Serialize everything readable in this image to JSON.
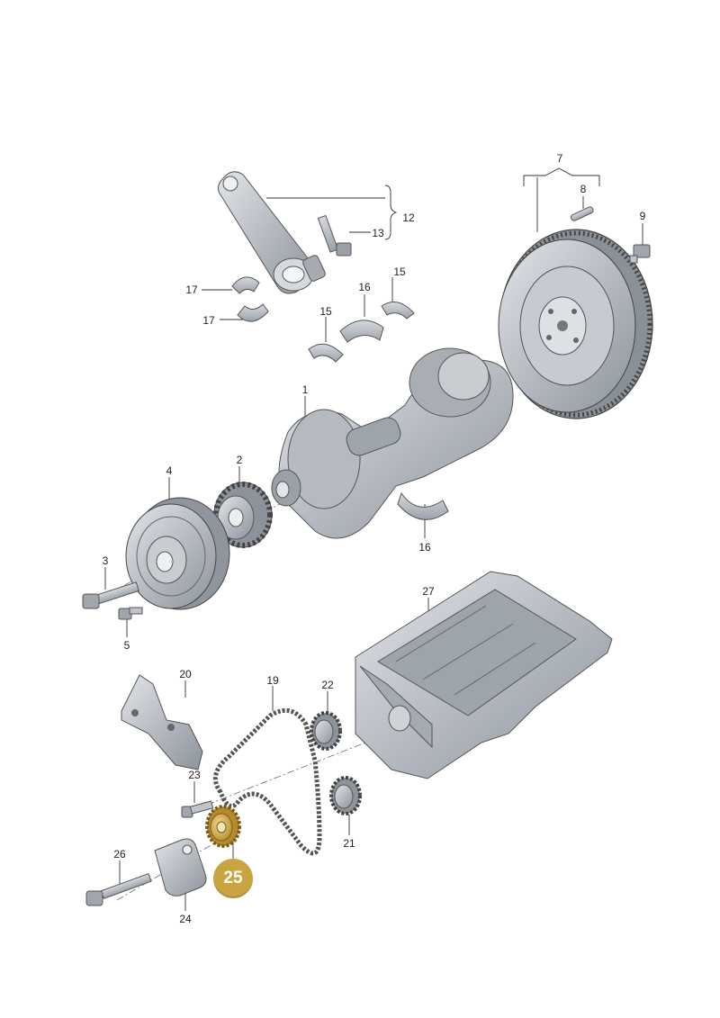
{
  "callouts": {
    "c1": "1",
    "c2": "2",
    "c3": "3",
    "c4": "4",
    "c5": "5",
    "c7": "7",
    "c8": "8",
    "c9": "9",
    "c12": "12",
    "c13": "13",
    "c15a": "15",
    "c15b": "15",
    "c16a": "16",
    "c16b": "16",
    "c17a": "17",
    "c17b": "17",
    "c19": "19",
    "c20": "20",
    "c21": "21",
    "c22": "22",
    "c23": "23",
    "c24": "24",
    "c26": "26",
    "c27": "27"
  },
  "highlight": {
    "label": "25",
    "color": "#c9a542"
  },
  "colors": {
    "part": "#b9bdc4",
    "partDark": "#8d939b",
    "line": "#333333",
    "accent": "#c9a542"
  }
}
